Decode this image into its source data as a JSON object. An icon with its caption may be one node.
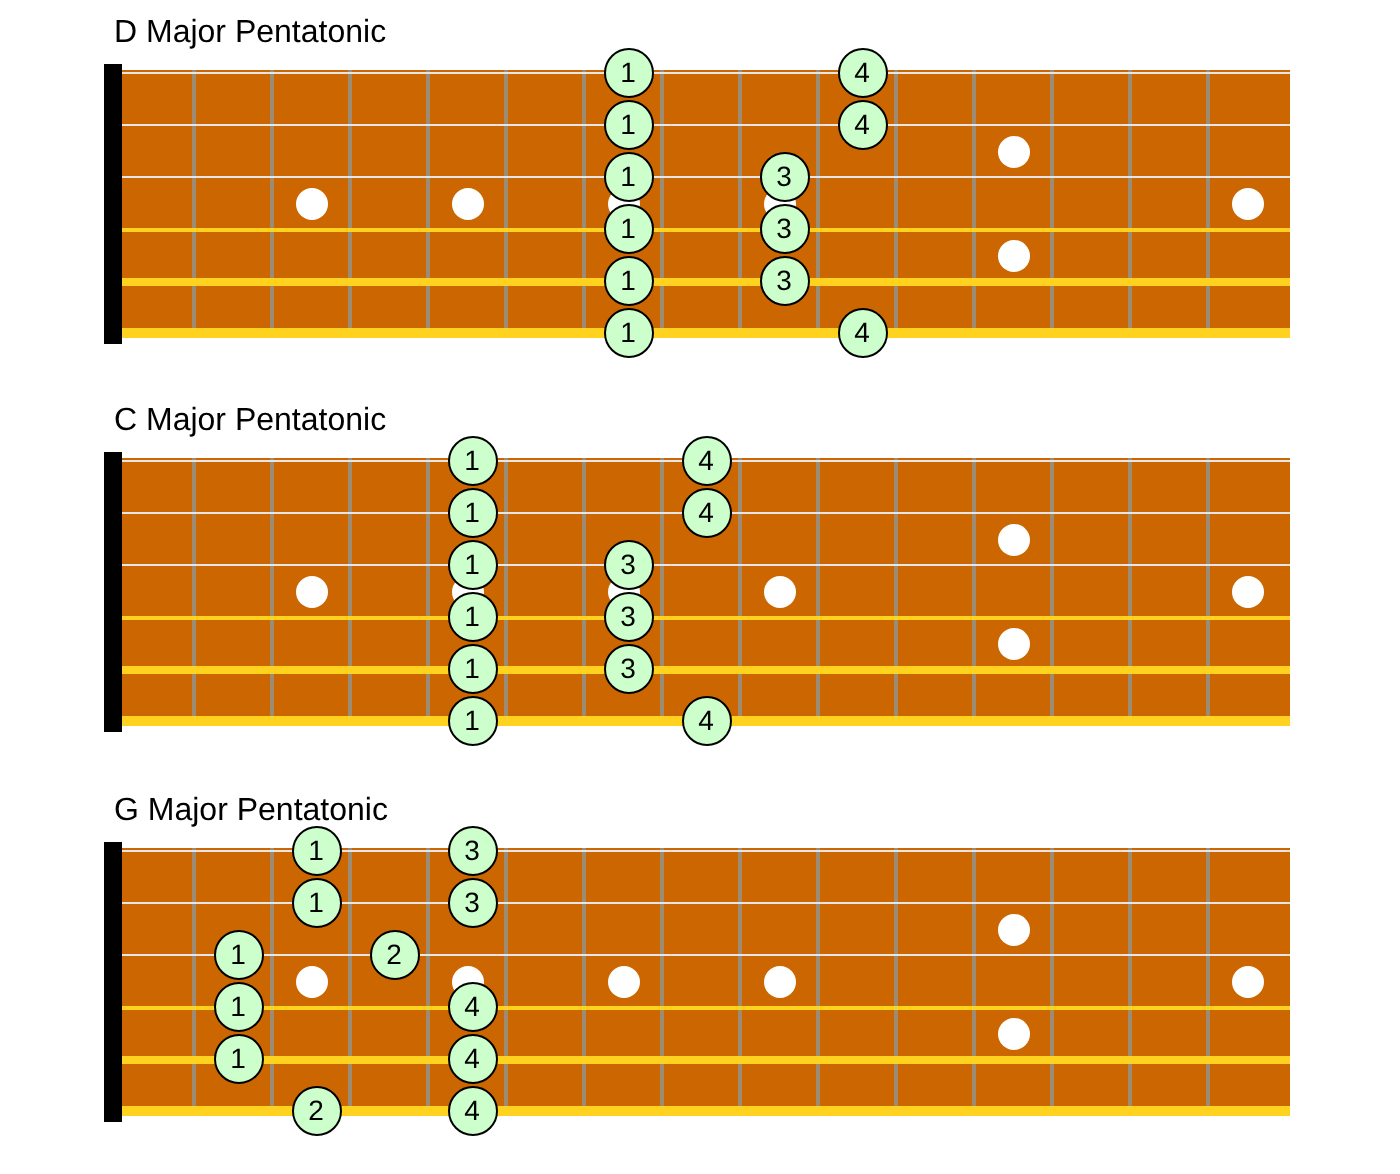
{
  "diagram": {
    "nodes": [
      {
        "text": [
          "D Major Pentatonic"
        ]
      },
      {
        "text": [
          "1"
        ],
        "in": 0
      },
      {
        "text": [
          "4"
        ],
        "in": 0
      },
      {
        "text": [
          "1"
        ],
        "in": 0
      },
      {
        "text": [
          "4"
        ],
        "in": 0
      },
      {
        "text": [
          "1"
        ],
        "in": 0
      },
      {
        "text": [
          "3"
        ],
        "in": 0
      },
      {
        "text": [
          "1"
        ],
        "in": 0
      },
      {
        "text": [
          "3"
        ],
        "in": 0
      },
      {
        "text": [
          "1"
        ],
        "in": 0
      },
      {
        "text": [
          "3"
        ],
        "in": 0
      },
      {
        "text": [
          "1"
        ],
        "in": 0
      },
      {
        "text": [
          "4"
        ],
        "in": 0
      },
      {
        "text": [
          "C Major Pentatonic"
        ]
      },
      {
        "text": [
          "1"
        ],
        "in": 13
      },
      {
        "text": [
          "4"
        ],
        "in": 13
      },
      {
        "text": [
          "1"
        ],
        "in": 13
      },
      {
        "text": [
          "4"
        ],
        "in": 13
      },
      {
        "text": [
          "1"
        ],
        "in": 13
      },
      {
        "text": [
          "3"
        ],
        "in": 13
      },
      {
        "text": [
          "1"
        ],
        "in": 13
      },
      {
        "text": [
          "3"
        ],
        "in": 13
      },
      {
        "text": [
          "1"
        ],
        "in": 13
      },
      {
        "text": [
          "3"
        ],
        "in": 13
      },
      {
        "text": [
          "1"
        ],
        "in": 13
      },
      {
        "text": [
          "4"
        ],
        "in": 13
      },
      {
        "text": [
          "G Major Pentatonic"
        ]
      },
      {
        "text": [
          "1"
        ],
        "in": 26
      },
      {
        "text": [
          "3"
        ],
        "in": 26
      },
      {
        "text": [
          "1"
        ],
        "in": 26
      },
      {
        "text": [
          "3"
        ],
        "in": 26
      },
      {
        "text": [
          "1"
        ],
        "in": 26
      },
      {
        "text": [
          "2"
        ],
        "in": 26
      },
      {
        "text": [
          "1"
        ],
        "in": 26
      },
      {
        "text": [
          "4"
        ],
        "in": 26
      },
      {
        "text": [
          "1"
        ],
        "in": 26
      },
      {
        "text": [
          "4"
        ],
        "in": 26
      },
      {
        "text": [
          "2"
        ],
        "in": 26
      },
      {
        "text": [
          "4"
        ],
        "in": 26
      }
    ]
  }
}
